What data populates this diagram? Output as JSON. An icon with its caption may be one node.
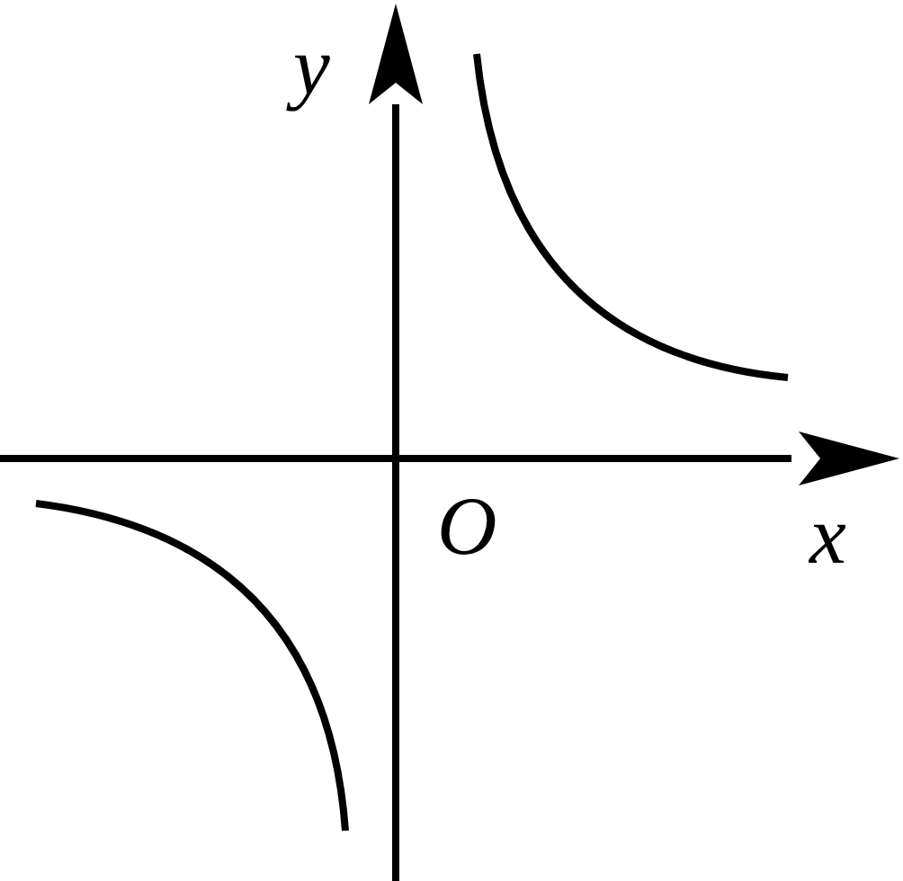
{
  "diagram": {
    "labels": [
      "y",
      "O",
      "x"
    ]
  }
}
